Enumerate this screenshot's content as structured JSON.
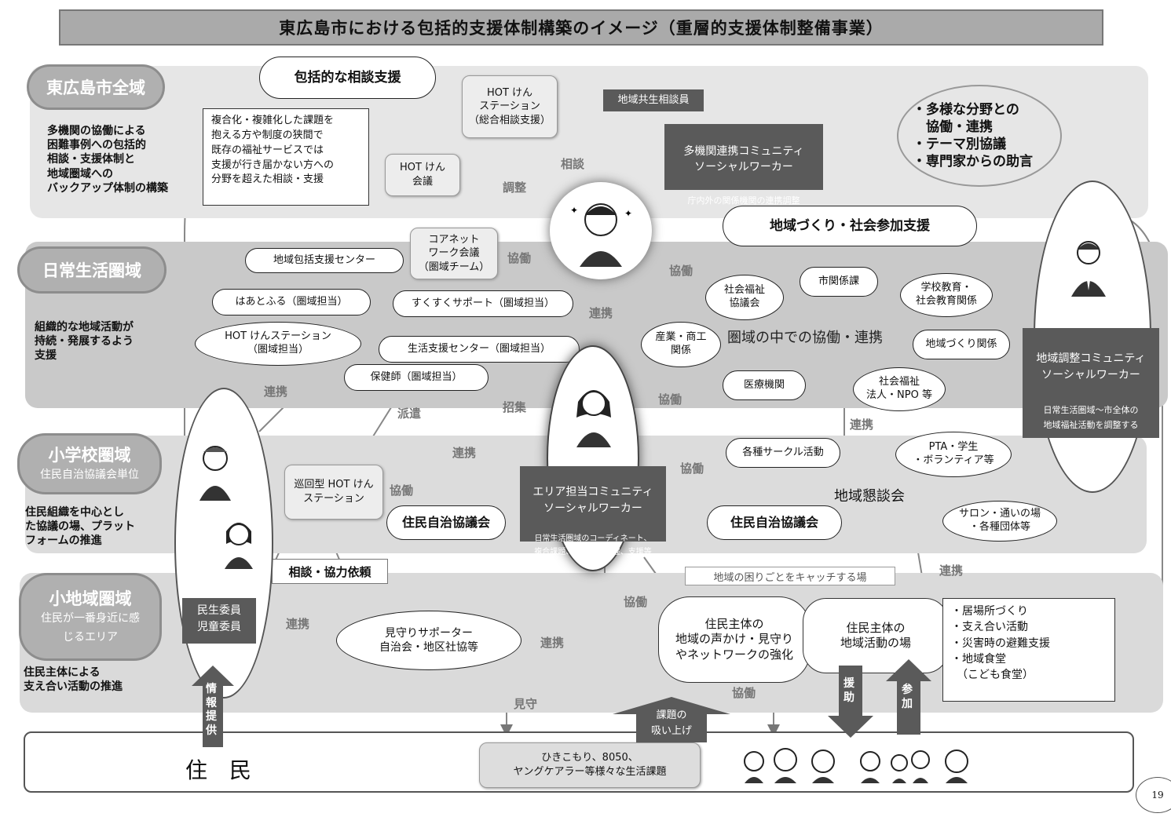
{
  "title": "東広島市における包括的支援体制構築のイメージ（重層的支援体制整備事業）",
  "levels": [
    {
      "label": "東広島市全域",
      "sub": "",
      "desc": "多機関の協働による\n困難事例への包括的\n相談・支援体制と\n地域圏域への\nバックアップ体制の構築"
    },
    {
      "label": "日常生活圏域",
      "sub": "",
      "desc": "組織的な地域活動が\n持続・発展するよう\n支援"
    },
    {
      "label": "小学校圏域",
      "sub": "住民自治協議会単位",
      "desc": "住民組織を中心とし\nた協議の場、プラット\nフォームの推進"
    },
    {
      "label": "小地域圏域",
      "sub": "住民が一番身近に感\nじるエリア",
      "desc": "住民主体による\n支え合い活動の推進"
    }
  ],
  "top": {
    "consult_support": "包括的な相談支援",
    "consult_desc": "複合化・複雑化した課題を\n抱える方や制度の狭間で\n既存の福祉サービスでは\n支援が行き届かない方への\n分野を超えた相談・支援",
    "hot_station": "HOT けん\nステーション\n（総合相談支援）",
    "hot_meeting": "HOT けん\n会議",
    "regional_counselor": "地域共生相談員",
    "multi_cswr_title": "多機関連携コミュニティ\nソーシャルワーカー",
    "multi_cswr_desc": "庁内外の関係機関の連携調整",
    "diverse": "・多様な分野との\n　協働・連携\n・テーマ別協議\n・専門家からの助言",
    "community_support": "地域づくり・社会参加支援"
  },
  "daily": {
    "core_net": "コアネット\nワーク会議\n（圏域チーム）",
    "chiiki_center": "地域包括支援センター",
    "haato": "はあとふる（圏域担当）",
    "sukusuku": "すくすくサポート（圏域担当）",
    "hot_area": "HOT けんステーション\n（圏域担当）",
    "seikatsu": "生活支援センター（圏域担当）",
    "hokenshi": "保健師（圏域担当）",
    "shakyo": "社会福祉\n協議会",
    "city": "市関係課",
    "school": "学校教育・\n社会教育関係",
    "industry": "産業・商工\n関係",
    "collab_center": "圏域の中での協働・連携",
    "machizukuri": "地域づくり関係",
    "medical": "医療機関",
    "npo": "社会福祉\n法人・NPO 等"
  },
  "area_cswr": {
    "title": "地域調整コミュニティ\nソーシャルワーカー",
    "desc": "日常生活圏域～市全体の\n地域福祉活動を調整する"
  },
  "elem": {
    "circle": "各種サークル活動",
    "pta": "PTA・学生\n・ボランティア等",
    "kondankai": "地域懇談会",
    "patrol": "巡回型 HOT けん\nステーション",
    "council1": "住民自治協議会",
    "council2": "住民自治協議会",
    "area_cswr_title": "エリア担当コミュニティ\nソーシャルワーカー",
    "area_cswr_desc": "日常生活圏域のコーディネート、\n複合課題、ケースの把握、支援等",
    "salon": "サロン・通いの場\n・各種団体等",
    "consult_req": "相談・協力依頼",
    "catch": "地域の困りごとをキャッチする場"
  },
  "small": {
    "minsei": "民生委員\n児童委員",
    "mimamori": "見守りサポーター\n自治会・地区社協等",
    "voice": "住民主体の\n地域の声かけ・見守り\nやネットワークの強化",
    "activity": "住民主体の\n地域活動の場",
    "list": "・居場所づくり\n・支え合い活動\n・災害時の避難支援\n・地域食堂\n　（こども食堂）"
  },
  "residents": {
    "label": "住　民",
    "issues": "ひきこもり、8050、\nヤングケアラー等様々な生活課題"
  },
  "arrows": {
    "info": "情\n報\n提\n供",
    "pickup": "課題の\n吸い上げ",
    "help": "援\n助",
    "join": "参\n加"
  },
  "conn": {
    "soudan": "相談",
    "chousei": "調整",
    "kyodo1": "協働",
    "kyodo2": "協働",
    "renkei1": "連携",
    "renkei2": "連携",
    "haken": "派遣",
    "shoushuu": "招集",
    "kyodo3": "協働",
    "renkei3": "連携",
    "kyodo4": "協働",
    "renkei4": "連携",
    "kyodo_patrol": "協働",
    "renkei5": "連携",
    "renkei6": "連携",
    "kyodo5": "協働",
    "mimamori_arrow": "見守",
    "kyodo6": "協働",
    "renkei7": "連携"
  },
  "page_number": "19"
}
